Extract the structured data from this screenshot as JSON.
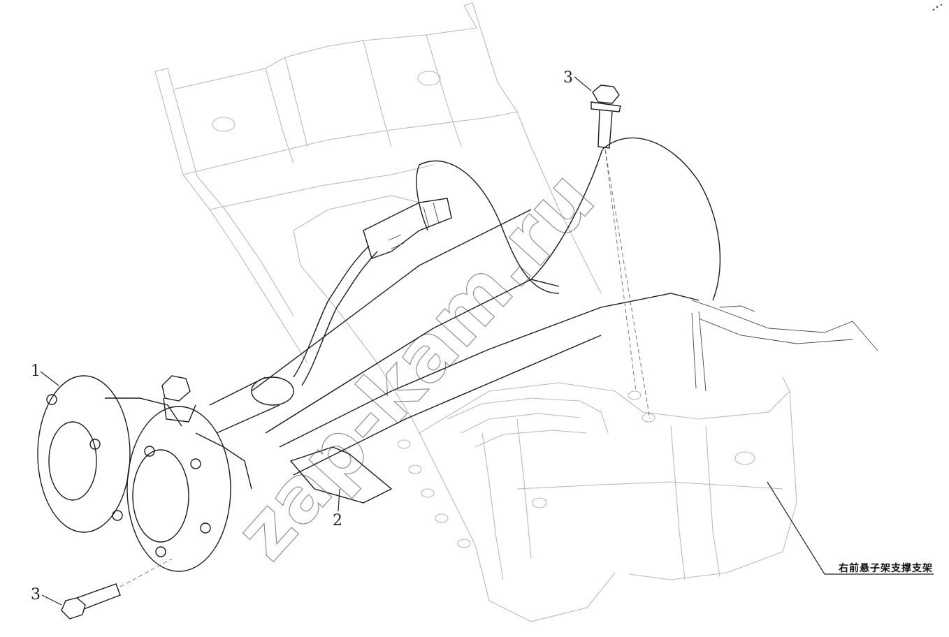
{
  "callouts": [
    {
      "id": "1",
      "label": "1"
    },
    {
      "id": "2",
      "label": "2"
    },
    {
      "id": "3a",
      "label": "3"
    },
    {
      "id": "3b",
      "label": "3"
    }
  ],
  "bracket_label": "右前悬子架支撑支架",
  "watermark": "zap-kam.ru",
  "colors": {
    "line": "#1a1a1a",
    "ghost": "#b9b9b9",
    "background": "#ffffff"
  }
}
